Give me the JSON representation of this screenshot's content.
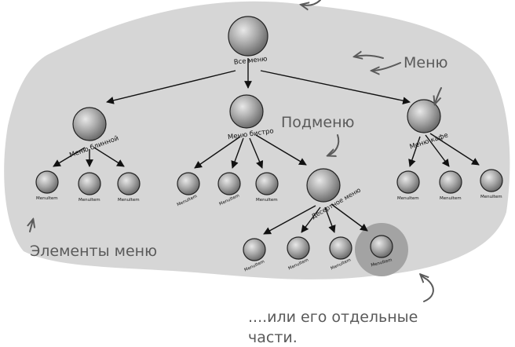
{
  "diagram": {
    "root": {
      "label": "Все меню"
    },
    "menus": [
      {
        "label": "Меню блинной",
        "items": [
          "MenuItem",
          "MenuItem",
          "MenuItem"
        ]
      },
      {
        "label": "Меню бистро",
        "items": [
          "MenuItem",
          "MenuItem",
          "MenuItem"
        ],
        "submenu": {
          "label": "Десертное меню",
          "items": [
            "MenuItem",
            "MenuItem",
            "MenuItem",
            "MenuItem"
          ]
        }
      },
      {
        "label": "Меню кафе",
        "items": [
          "MenuItem",
          "MenuItem",
          "MenuItem"
        ]
      }
    ],
    "annotations": {
      "menus": "Меню",
      "submenu": "Подменю",
      "items": "Элементы меню",
      "parts_line1": "....или его отдельные",
      "parts_line2": "части."
    },
    "colors": {
      "blob": "#d6d6d6",
      "highlight": "#a3a3a3",
      "ball": "#9a9a9a",
      "annotation": "#5a5a5a"
    }
  }
}
